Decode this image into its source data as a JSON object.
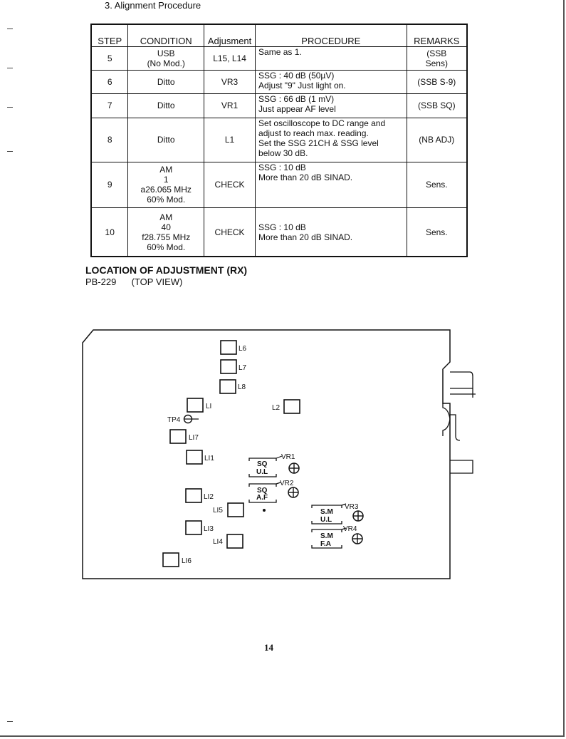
{
  "header": {
    "section_title": "3. Alignment Procedure"
  },
  "table": {
    "columns": [
      "STEP",
      "CONDITION",
      "Adjusment",
      "PROCEDURE",
      "REMARKS"
    ],
    "rows": [
      {
        "step": "5",
        "condition": [
          "USB",
          "(No Mod.)"
        ],
        "adjustment": "L15, L14",
        "procedure": [
          "Same as 1."
        ],
        "remarks": [
          "(SSB",
          "Sens)"
        ]
      },
      {
        "step": "6",
        "condition": [
          "Ditto"
        ],
        "adjustment": "VR3",
        "procedure": [
          "SSG  :  40 dB (50µV)",
          "Adjust \"9\" Just light on."
        ],
        "remarks": [
          "(SSB S-9)"
        ]
      },
      {
        "step": "7",
        "condition": [
          "Ditto"
        ],
        "adjustment": "VR1",
        "procedure": [
          "SSG  :  66 dB (1 mV)",
          "Just appear AF level"
        ],
        "remarks": [
          "(SSB SQ)"
        ]
      },
      {
        "step": "8",
        "condition": [
          "Ditto"
        ],
        "adjustment": "L1",
        "procedure": [
          "Set oscilloscope to DC range and",
          "adjust to reach max. reading.",
          "Set the SSG 21CH & SSG level",
          "below 30 dB."
        ],
        "remarks": [
          "(NB ADJ)"
        ]
      },
      {
        "step": "9",
        "condition": [
          "AM",
          "1",
          "a26.065 MHz",
          "60% Mod."
        ],
        "adjustment": "CHECK",
        "procedure": [
          "SSG   :  10 dB",
          "More than 20 dB SINAD."
        ],
        "remarks": [
          "Sens."
        ]
      },
      {
        "step": "10",
        "condition": [
          "AM",
          "40",
          "f28.755 MHz",
          "60% Mod."
        ],
        "adjustment": "CHECK",
        "procedure": [
          "SSG   :  10 dB",
          "More than 20 dB SINAD."
        ],
        "remarks": [
          "Sens."
        ]
      }
    ]
  },
  "location": {
    "title": "LOCATION OF ADJUSTMENT (RX)",
    "board": "PB-229",
    "view": "(TOP VIEW)"
  },
  "board_labels": {
    "l6": "L6",
    "l7": "L7",
    "l8": "L8",
    "l1": "LI",
    "l2": "L2",
    "tp4": "TP4",
    "l17": "LI7",
    "l11": "LI1",
    "l12": "LI2",
    "l15": "LI5",
    "l13": "LI3",
    "l14": "LI4",
    "l16": "LI6",
    "vr1": "VR1",
    "vr2": "VR2",
    "vr3": "VR3",
    "vr4": "VR4",
    "sq": "SQ",
    "ul": "U.L",
    "af": "A.F",
    "sm": "S.M",
    "fa": "F.A"
  },
  "page_number": "14"
}
